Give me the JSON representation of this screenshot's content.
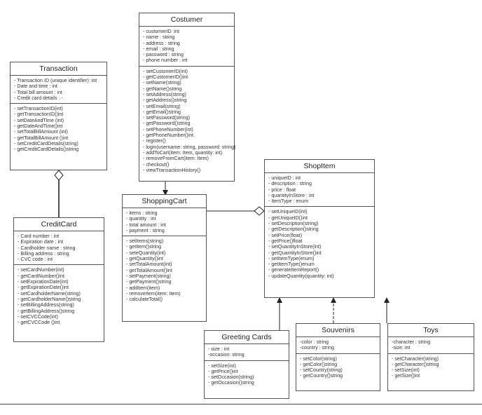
{
  "customer": {
    "title": "Costumer",
    "attributes": [
      "- customerID :int",
      "- name : string",
      "- address : string",
      "- email : string",
      "-  password : string",
      "- phone number : int"
    ],
    "methods": [
      "- setCustomerID(int)",
      "- getCustomerID()int",
      "- setName(string)",
      "- getName()string",
      "- setAddress(string)",
      "- getAddress()string",
      "- setEmail(string)",
      "- getEmail()string",
      "- setPassword(string)",
      "- getPassword()string",
      "- setPhoneNumber(int)",
      "- getPhoneNumber()int",
      "- register()",
      "- login(username: string, password: string)",
      "- addToCart(item: Item, quantity: int)",
      "- removeFromCart(item: Item)",
      "- checkout()",
      "- viewTransactionHistory()"
    ]
  },
  "transaction": {
    "title": "Transaction",
    "attributes": [
      "- Transaction ID (unique identifier) :int",
      "- Date and time : int",
      "- Total bill amount : int",
      "- Credit card details : -"
    ],
    "methods": [
      "- setTransactionID(int)",
      "- getTransactionID()int",
      "- setDateAndTime (int)",
      "- getDateAndTime()int",
      "- setTotalBillAmount (int)",
      "- getTotalBillAmount ()int",
      "- setCreditCardDetails(string)",
      "- getCreditCardDetails()string"
    ]
  },
  "creditcard": {
    "title": "CreditCard",
    "attributes": [
      "- Card number : int",
      "- Expiration date : int",
      "- Cardholder name : string",
      "- Billing address : string",
      "- CVC code : int"
    ],
    "methods": [
      "- setCardNumber(int)",
      "- getCardNumber()int",
      "- setExpirationDate(int)",
      "- getExpirationDate()int",
      "- setCardholderName(string)",
      "- getCardholderName()string",
      "- setBillingAddress(string)",
      "- getBillingAddress()string",
      "- setCVCCode(int)",
      "- getCVCCode ()int"
    ]
  },
  "shoppingcart": {
    "title": "ShoppingCart",
    "attributes": [
      "- items : string",
      "- quantity : int",
      "- total amount : int",
      "- payment : string"
    ],
    "methods": [
      "- setItems(string)",
      "- getItem()string",
      "- seteQuantity(int)",
      "- getQuantity()int",
      "- setTotalAmount(int)",
      "- getTotalAmount()int",
      "- setPayment(string)",
      "- getPayment()string",
      "- addItem(item)",
      "- removeItem(item: Item)",
      "- calculateTotal()"
    ]
  },
  "shopitem": {
    "title": "ShopItem",
    "attributes": [
      "- uniqueID : int",
      "- description : string",
      "- price : float",
      "- quantityInStore : int",
      "- ItemType : enum"
    ],
    "methods": [
      "- setUniqueID(int)",
      "- getUniqueID()int",
      "- setDescription(string)",
      "- getDescription()string",
      "- setPrice(float)",
      "- getPrice()float",
      "- setQuantityInStore(int)",
      "- getQuantityInStore()int",
      "- setItemType(enum)",
      "- getItemType()enum",
      "- generateItemReport()",
      "- updateQuantity(quantity: int)"
    ]
  },
  "greetingcards": {
    "title": "Greeting Cards",
    "attributes": [
      "- size : int",
      "-occasion: string"
    ],
    "methods": [
      "- setSize(int)",
      "- getPrice()int",
      "- setOccasion(string)",
      "- getOccasion()string"
    ]
  },
  "souvenirs": {
    "title": "Souvenirs",
    "attributes": [
      "-color : string",
      "-country : string"
    ],
    "methods": [
      "- setColor(string)",
      "- getColor()string",
      "- setCountry(string)",
      "- getCountry()string"
    ]
  },
  "toys": {
    "title": "Toys",
    "attributes": [
      "-character : string",
      "-size: int"
    ],
    "methods": [
      "- setCharacter(string)",
      "- getCharacter()string",
      "- setSize(int)",
      "- getSize()int"
    ]
  }
}
